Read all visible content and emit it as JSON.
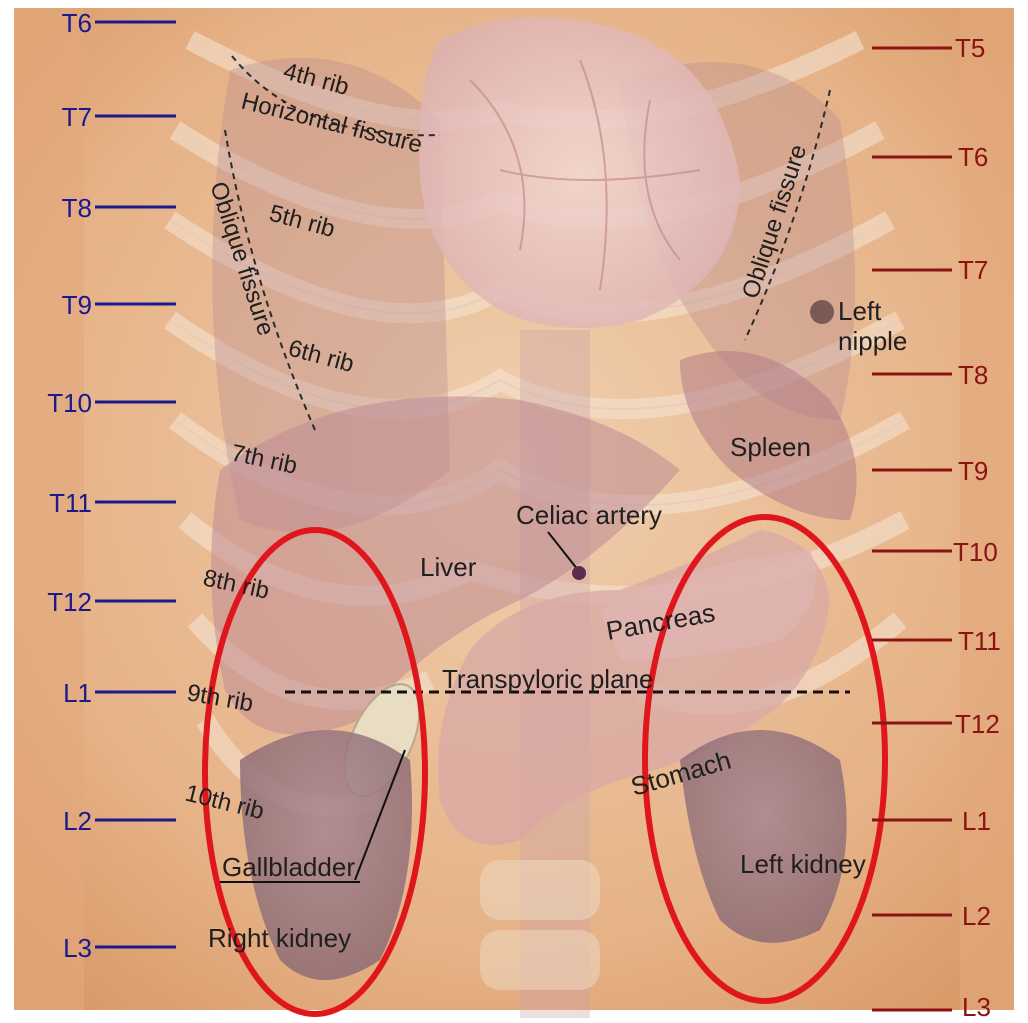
{
  "left_vertebral_labels": [
    "T6",
    "T7",
    "T8",
    "T9",
    "T10",
    "T11",
    "T12",
    "L1",
    "L2",
    "L3"
  ],
  "right_vertebral_labels": [
    "T5",
    "T6",
    "T7",
    "T8",
    "T9",
    "T10",
    "T11",
    "T12",
    "L1",
    "L2",
    "L3"
  ],
  "ribs": [
    "4th rib",
    "5th rib",
    "6th rib",
    "7th rib",
    "8th rib",
    "9th rib",
    "10th rib"
  ],
  "fissures": {
    "horizontal": "Horizontal fissure",
    "oblique_right": "Oblique fissure",
    "oblique_left": "Oblique fissure"
  },
  "organs": {
    "liver": "Liver",
    "celiac_artery": "Celiac artery",
    "pancreas": "Pancreas",
    "spleen": "Spleen",
    "stomach": "Stomach",
    "gallbladder": "Gallbladder",
    "right_kidney": "Right kidney",
    "left_kidney": "Left kidney"
  },
  "nipple_label": [
    "Left",
    "nipple"
  ],
  "plane_label": "Transpyloric plane",
  "colors": {
    "skin": "#e9b98e",
    "left_labels": "#1a1a8c",
    "right_labels": "#8a1313",
    "highlight_ring": "#e0161d"
  }
}
